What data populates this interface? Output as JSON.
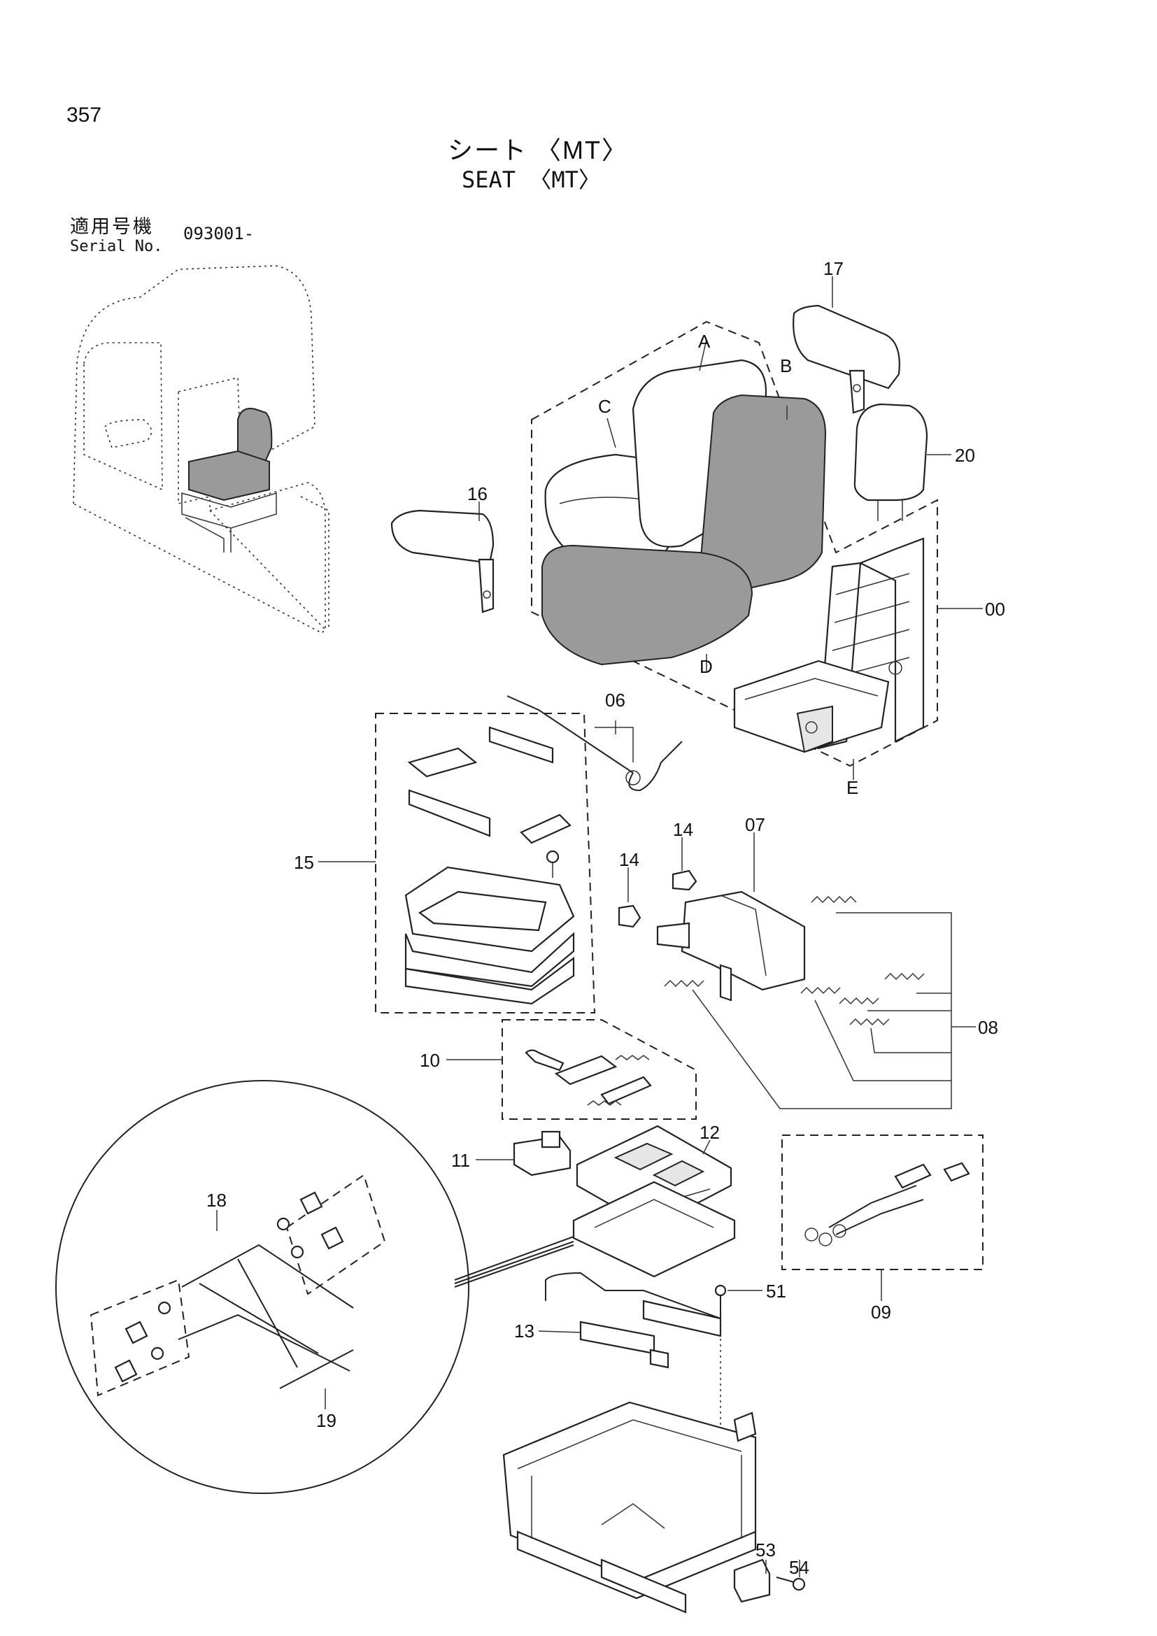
{
  "page_number": "357",
  "title_ja": "シート 〈MT〉",
  "title_en": "SEAT 〈MT〉",
  "serial": {
    "label_ja": "適用号機",
    "label_en": "Serial No.",
    "value": "093001-"
  },
  "callouts": {
    "A": "A",
    "B": "B",
    "C": "C",
    "D": "D",
    "E": "E",
    "p00": "00",
    "p06": "06",
    "p07": "07",
    "p08": "08",
    "p09": "09",
    "p10": "10",
    "p11": "11",
    "p12": "12",
    "p13": "13",
    "p14a": "14",
    "p14b": "14",
    "p15": "15",
    "p16": "16",
    "p17": "17",
    "p18": "18",
    "p19": "19",
    "p20": "20",
    "p51": "51",
    "p53": "53",
    "p54": "54"
  }
}
